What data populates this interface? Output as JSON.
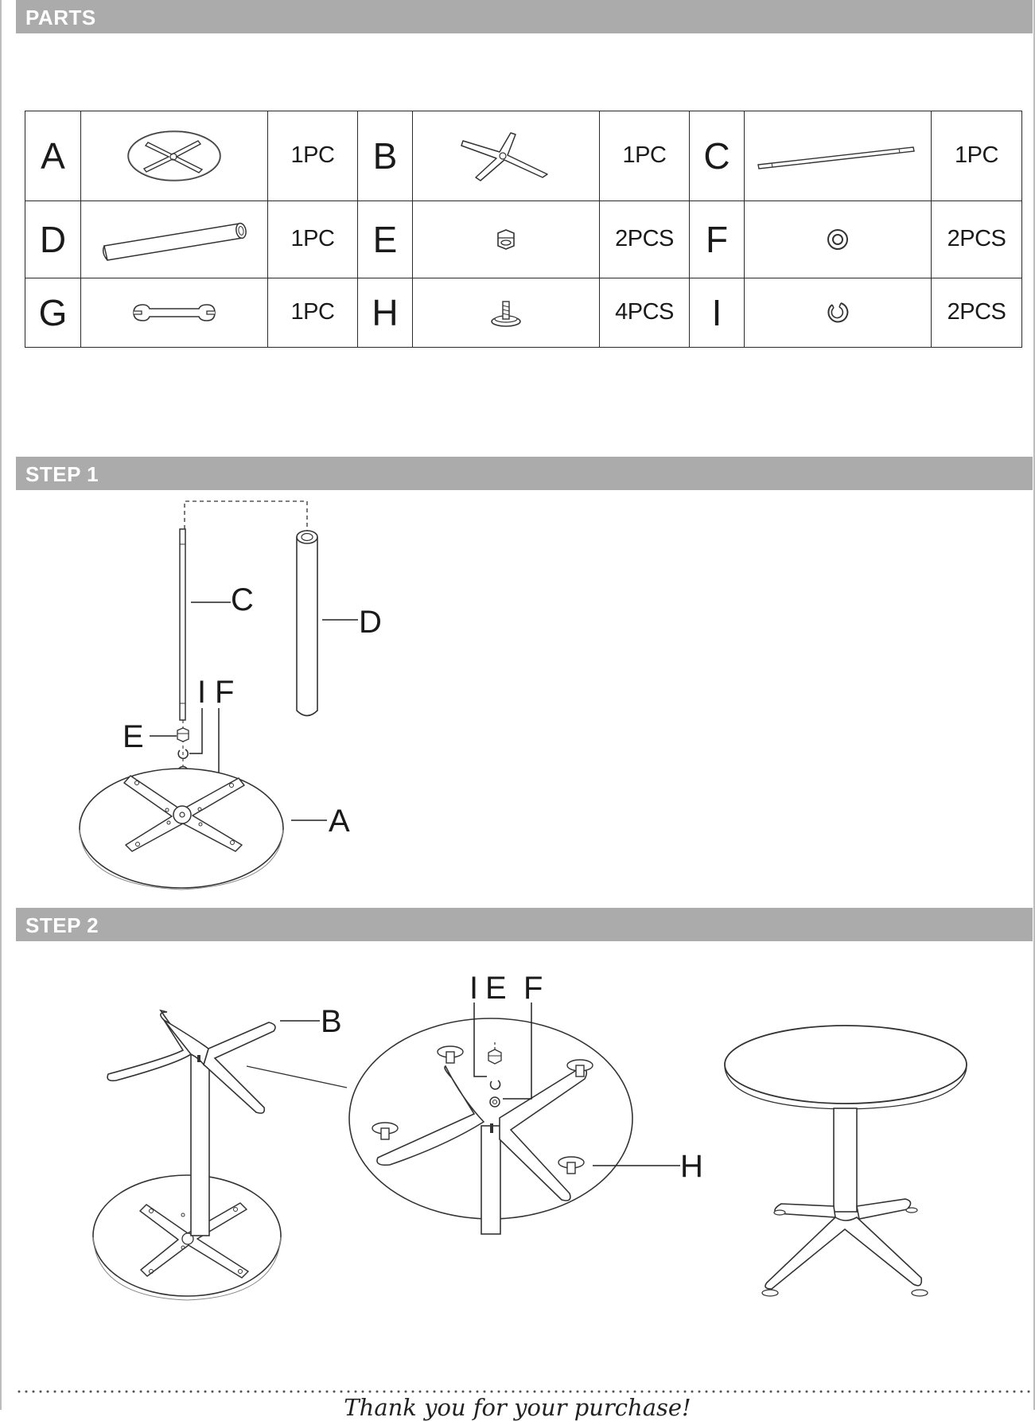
{
  "sections": {
    "parts": "PARTS",
    "step1": "STEP 1",
    "step2": "STEP 2"
  },
  "parts": [
    [
      {
        "letter": "A",
        "qty": "1PC",
        "icon": "round-table-top-icon"
      },
      {
        "letter": "B",
        "qty": "1PC",
        "icon": "star-base-icon"
      },
      {
        "letter": "C",
        "qty": "1PC",
        "icon": "threaded-rod-icon"
      }
    ],
    [
      {
        "letter": "D",
        "qty": "1PC",
        "icon": "column-tube-icon"
      },
      {
        "letter": "E",
        "qty": "2PCS",
        "icon": "hex-nut-icon"
      },
      {
        "letter": "F",
        "qty": "2PCS",
        "icon": "washer-icon"
      }
    ],
    [
      {
        "letter": "G",
        "qty": "1PC",
        "icon": "wrench-icon"
      },
      {
        "letter": "H",
        "qty": "4PCS",
        "icon": "leveling-foot-icon"
      },
      {
        "letter": "I",
        "qty": "2PCS",
        "icon": "spring-washer-icon"
      }
    ]
  ],
  "step1_labels": {
    "c": "C",
    "d": "D",
    "i": "I",
    "f": "F",
    "e": "E",
    "a": "A"
  },
  "step2_labels": {
    "b": "B",
    "i": "I",
    "e": "E",
    "f": "F",
    "h": "H"
  },
  "footer": {
    "thanks": "Thank you for your purchase!"
  }
}
